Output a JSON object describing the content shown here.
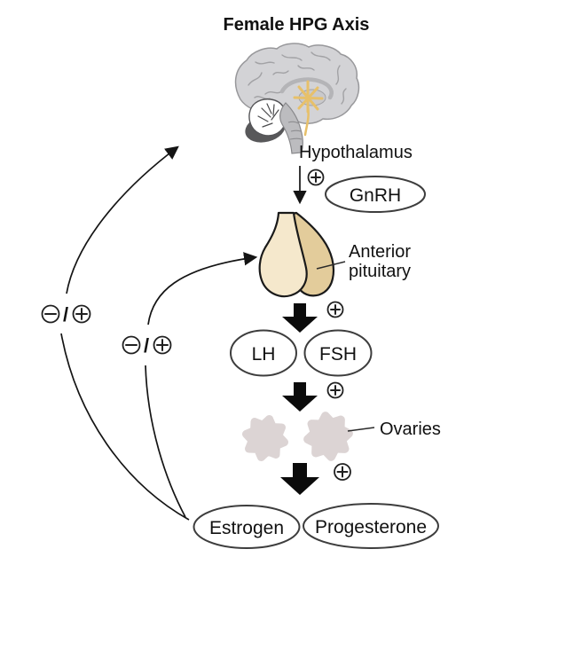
{
  "title": "Female HPG Axis",
  "labels": {
    "hypothalamus": "Hypothalamus",
    "anterior_pituitary_line1": "Anterior",
    "anterior_pituitary_line2": "pituitary",
    "ovaries": "Ovaries"
  },
  "nodes": {
    "gnrh": "GnRH",
    "lh": "LH",
    "fsh": "FSH",
    "estrogen": "Estrogen",
    "progesterone": "Progesterone"
  },
  "symbols": {
    "stimulatory": "+",
    "inhibitory": "−",
    "separator": "/",
    "feedback_meaning": "inhibitory or stimulatory feedback"
  },
  "colors": {
    "brain": "#d3d3d6",
    "brain_outline": "#98989b",
    "cerebellum_dark": "#58585a",
    "thalamus": "#c9c9cc",
    "hypothalamic_tract": "#e7c06a",
    "brainstem": "#bcbcbf",
    "anterior_lobe": "#f5e8cc",
    "posterior_lobe": "#e3cc9b",
    "ovary": "#dcd4d4",
    "ink": "#111111"
  }
}
